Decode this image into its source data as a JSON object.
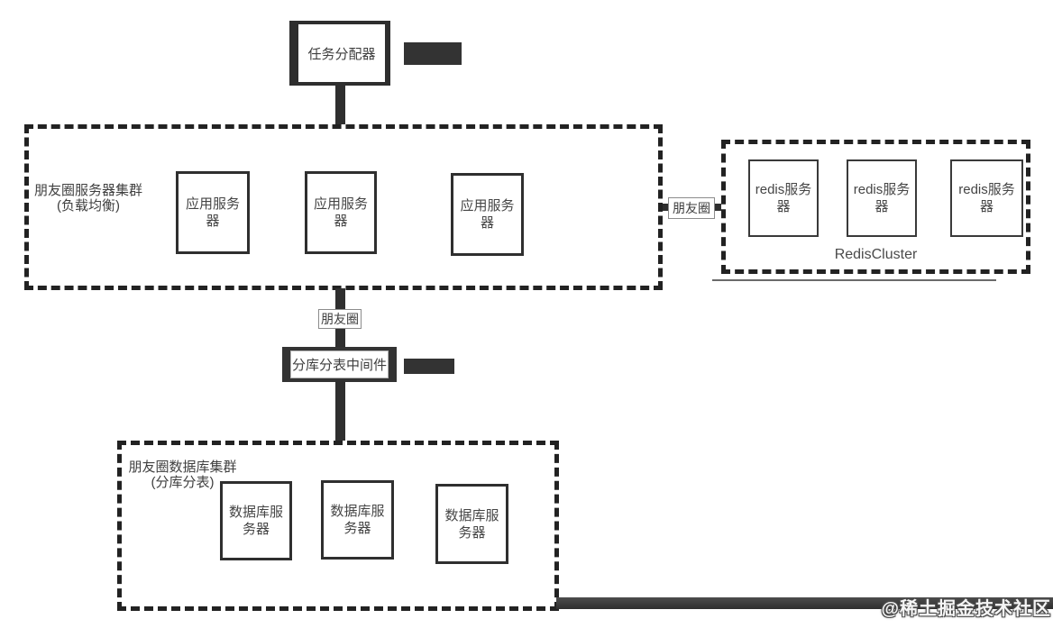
{
  "diagram": {
    "top_box": {
      "label": "任务分配器"
    },
    "cluster_app": {
      "title_line1": "朋友圈服务器集群",
      "title_line2": "(负载均衡)",
      "servers": [
        "应用服务器",
        "应用服务器",
        "应用服务器"
      ]
    },
    "redis_cluster": {
      "title": "RedisCluster",
      "servers": [
        "redis服务器",
        "redis服务器",
        "redis服务器"
      ]
    },
    "middleware_box": {
      "label": "分库分表中间件"
    },
    "cluster_db": {
      "title_line1": "朋友圈数据库集群",
      "title_line2": "(分库分表)",
      "servers": [
        "数据库服务器",
        "数据库服务器",
        "数据库服务器"
      ]
    },
    "edge_labels": {
      "to_redis": "朋友圈",
      "to_middleware": "朋友圈"
    }
  },
  "watermark": {
    "text": "@稀土掘金技术社区"
  },
  "colors": {
    "line": "#2f2f2f",
    "border_dashed": "#222222",
    "node_border": "#2f2f2f",
    "obscured_blob": "#333333",
    "watermark_text": "#f5f5f5",
    "bottom_bar": "#3d3d3d"
  }
}
